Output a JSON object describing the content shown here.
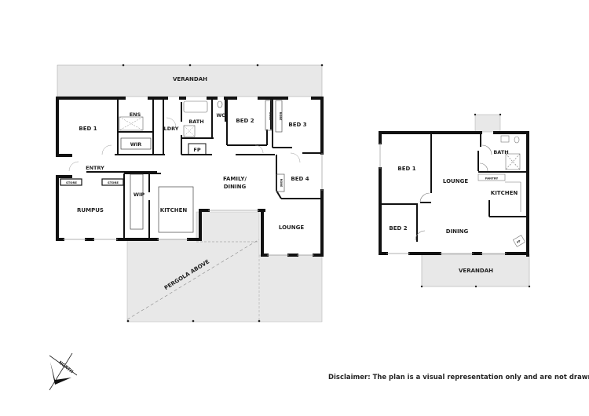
{
  "plan": {
    "main_house": {
      "rooms": {
        "verandah": "VERANDAH",
        "bed1": "BED 1",
        "ens": "ENS",
        "wir": "WIR",
        "ldry": "LDRY",
        "bath": "BATH",
        "wc": "WC",
        "fp": "FP",
        "bed2": "BED 2",
        "bed3": "BED 3",
        "robe_a": "ROBE",
        "robe_b": "ROBE",
        "robe_c": "ROBE",
        "entry": "ENTRY",
        "store_a": "STORE",
        "store_b": "STORE",
        "rumpus": "RUMPUS",
        "wip": "WIP",
        "kitchen": "KITCHEN",
        "family_dining_1": "FAMILY/",
        "family_dining_2": "DINING",
        "bed4": "BED 4",
        "lounge": "LOUNGE",
        "pergola": "PERGOLA ABOVE"
      }
    },
    "granny_flat": {
      "rooms": {
        "bed1": "BED 1",
        "lounge": "LOUNGE",
        "bath": "BATH",
        "pantry": "PANTRY",
        "kitchen": "KITCHEN",
        "bed2": "BED 2",
        "dining": "DINING",
        "fp": "FP",
        "verandah": "VERANDAH"
      }
    },
    "north_label": "NORTH",
    "disclaimer": "Disclaimer: The plan is a visual representation only and are not drawn to scale",
    "colors": {
      "wall": "#111111",
      "outdoor_fill": "#e8e8e8",
      "line": "#999999",
      "text": "#222222"
    }
  }
}
